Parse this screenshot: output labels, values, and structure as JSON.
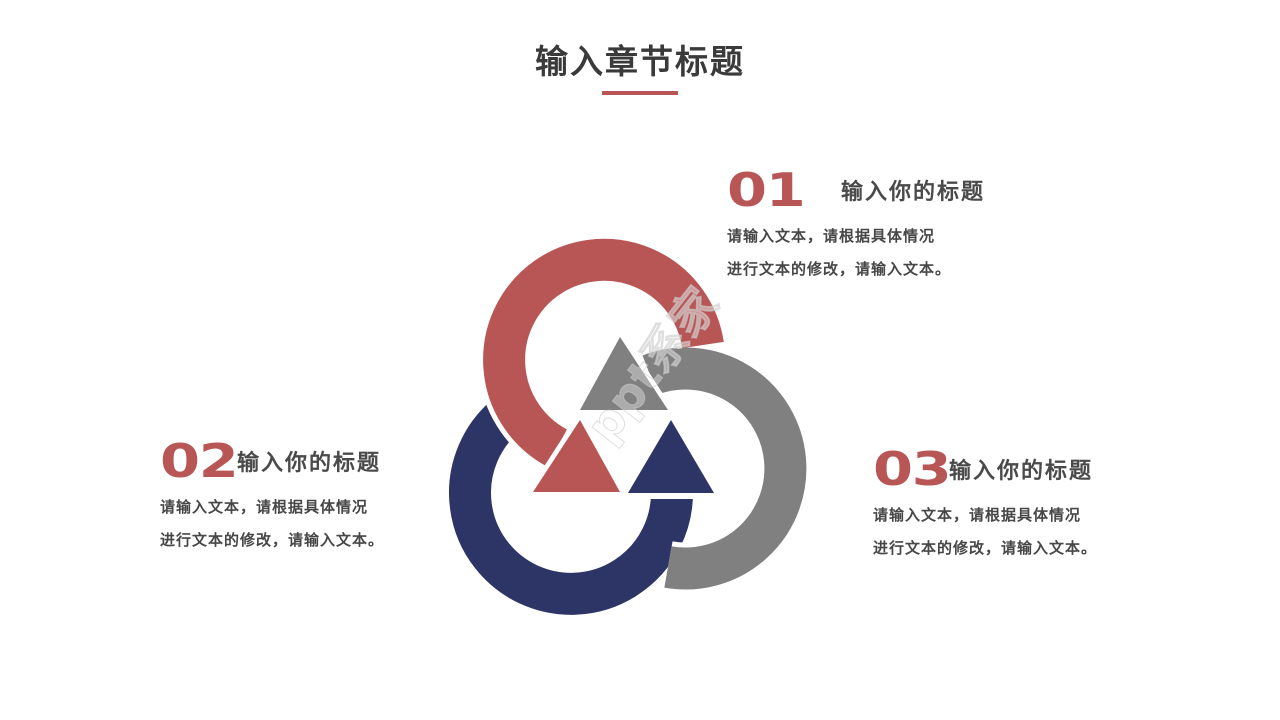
{
  "title": {
    "text": "输入章节标题",
    "underline_color": "#b85555"
  },
  "colors": {
    "accent_red": "#b85555",
    "gray": "#808080",
    "navy": "#2c3565",
    "text_dark": "#3a3a3a",
    "text_body": "#474747"
  },
  "items": [
    {
      "number": "01",
      "title": "输入你的标题",
      "body": [
        "请输入文本，请根据具体情况",
        "进行文本的修改，请输入文本。"
      ],
      "arrow_color": "#b85555"
    },
    {
      "number": "02",
      "title": "输入你的标题",
      "body": [
        "请输入文本，请根据具体情况",
        "进行文本的修改，请输入文本。"
      ],
      "arrow_color": "#2c3565"
    },
    {
      "number": "03",
      "title": "输入你的标题",
      "body": [
        "请输入文本，请根据具体情况",
        "进行文本的修改，请输入文本。"
      ],
      "arrow_color": "#808080"
    }
  ],
  "diagram": {
    "type": "three-circular-arrows-cycle",
    "arrows": [
      {
        "name": "red-arrow",
        "color": "#b85555",
        "direction": "counter-clockwise, pointing down-right"
      },
      {
        "name": "gray-arrow",
        "color": "#808080",
        "direction": "clockwise from bottom, pointing left at top"
      },
      {
        "name": "navy-arrow",
        "color": "#2c3565",
        "direction": "counter-clockwise from left, pointing up"
      }
    ]
  },
  "watermark": {
    "text": "ppt系家"
  }
}
